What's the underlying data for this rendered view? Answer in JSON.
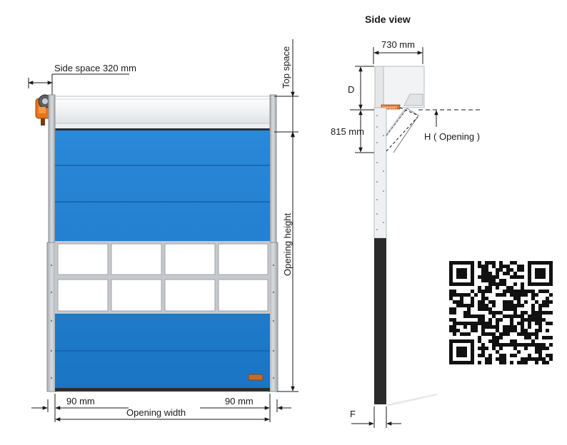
{
  "front_view": {
    "side_space_label": "Side space",
    "side_space_value": "320 mm",
    "top_space_label": "Top space",
    "opening_height_label": "Opening height",
    "opening_width_label": "Opening width",
    "left_frame_value": "90 mm",
    "right_frame_value": "90 mm",
    "curtain_color": "#1f7fd1",
    "frame_color": "#b8bcc0",
    "motor_color": "#e8731a"
  },
  "side_view": {
    "title": "Side view",
    "depth_value": "730 mm",
    "d_label": "D",
    "drop_value": "815 mm",
    "h_label": "H",
    "opening_label": "( Opening )",
    "f_label": "F",
    "brand_plate": "Compact",
    "post_dark_color": "#2b2b2b"
  },
  "qr": {
    "icon": "qr-code-icon"
  }
}
